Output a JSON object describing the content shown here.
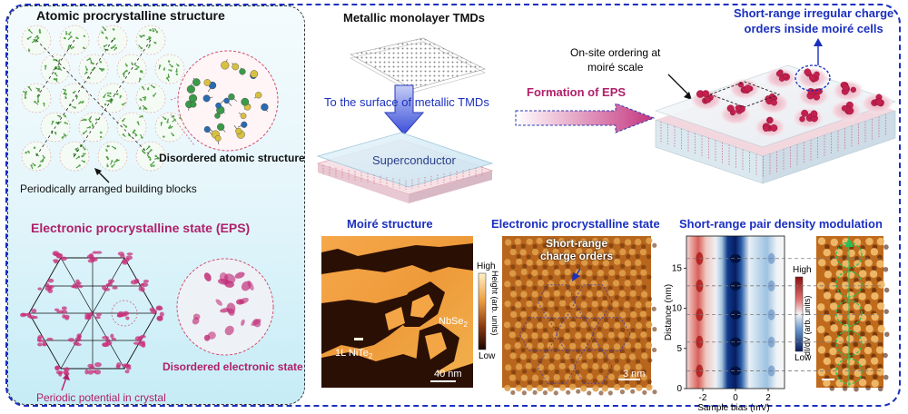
{
  "left_panel": {
    "atomic_title": "Atomic procrystalline structure",
    "disordered_atomic": "Disordered atomic structure",
    "building_blocks": "Periodically arranged building blocks",
    "eps_title": "Electronic procrystalline state (EPS)",
    "disordered_electronic": "Disordered electronic state",
    "periodic_potential": "Periodic potential in crystal"
  },
  "schematic": {
    "metallic_tmds": "Metallic monolayer TMDs",
    "to_surface": "To the surface of metallic TMDs",
    "superconductor": "Superconductor",
    "formation": "Formation of EPS",
    "onsite_line1": "On-site ordering at",
    "onsite_line2": "moiré scale",
    "short_range_line1": "Short-range irregular charge",
    "short_range_line2": "orders inside moiré cells"
  },
  "panels": {
    "moire_title": "Moiré structure",
    "eps_title": "Electronic procrystalline state",
    "pdm_title": "Short-range pair density modulation"
  },
  "moire_image": {
    "high": "High",
    "low": "Low",
    "axis": "Height (arb. units)",
    "nbse2": "NbSe",
    "nbse2_sub": "2",
    "nite2": "1L NiTe",
    "nite2_sub": "2",
    "scale": "40 nm"
  },
  "eps_image": {
    "label_line1": "Short-range",
    "label_line2": "charge orders",
    "scale": "3 nm"
  },
  "chart_data": {
    "type": "heatmap",
    "title": "Short-range pair density modulation",
    "xlabel": "Sample bias (mV)",
    "ylabel": "Distance (nm)",
    "xlim": [
      -3,
      3
    ],
    "ylim": [
      0,
      19
    ],
    "x_ticks": [
      -2,
      0,
      2
    ],
    "y_ticks": [
      0,
      5,
      10,
      15
    ],
    "colorbar": {
      "label": "dI/dV (arb. units)",
      "high": "High",
      "low": "Low"
    },
    "modulation_lines_nm": [
      2.2,
      5.8,
      9.2,
      12.8,
      16.2
    ]
  }
}
